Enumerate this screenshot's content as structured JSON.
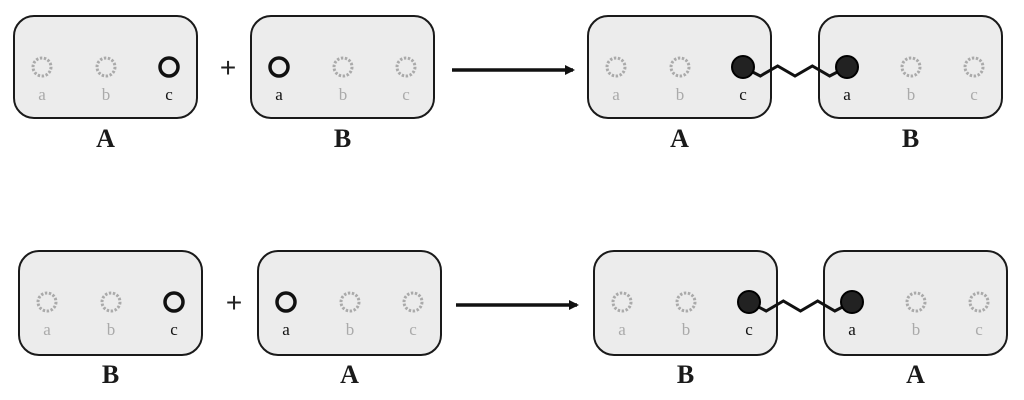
{
  "site_letters": [
    "a",
    "b",
    "c"
  ],
  "plus_symbol": "+",
  "colors": {
    "active": "#111111",
    "inactive": "#aaaaaa",
    "box_fill": "#ececec",
    "box_stroke": "#1a1a1a",
    "bond_node": "#222222"
  },
  "reactions": [
    {
      "left_box": {
        "label": "A",
        "active_site": "c"
      },
      "right_box": {
        "label": "B",
        "active_site": "a"
      },
      "product": {
        "left_box": {
          "label": "A",
          "bonded_site": "c"
        },
        "right_box": {
          "label": "B",
          "bonded_site": "a"
        }
      }
    },
    {
      "left_box": {
        "label": "B",
        "active_site": "c"
      },
      "right_box": {
        "label": "A",
        "active_site": "a"
      },
      "product": {
        "left_box": {
          "label": "B",
          "bonded_site": "c"
        },
        "right_box": {
          "label": "A",
          "bonded_site": "a"
        }
      }
    }
  ]
}
